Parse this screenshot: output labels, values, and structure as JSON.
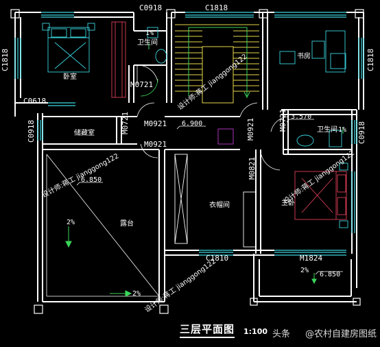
{
  "windows": {
    "c0918_top": "C0918",
    "c1818_top": "C1818",
    "c1818_left": "C1818",
    "c1818_right": "C1818",
    "c0618": "C0618",
    "c0918_left": "C0918",
    "c0918_right": "C0918",
    "c1810": "C1810",
    "m1824": "M1824"
  },
  "doors": {
    "m0721_a": "M0721",
    "m0721_b": "M0721",
    "m0721_c": "M0721",
    "m0921_a": "M0921",
    "m0921_b": "M0921",
    "m0921_c": "M0921",
    "m0821": "M0821"
  },
  "rooms": {
    "bedroom": "卧室",
    "bath_top": "卫生间",
    "study": "书房",
    "storage": "储藏室",
    "cloakroom": "衣帽间",
    "bath_right": "卫生间",
    "master_bedroom": "主卧",
    "terrace": "露台"
  },
  "elevations": {
    "hall": "6.900",
    "bath_right": "3.570",
    "terrace": "6.850",
    "balcony": "6.850"
  },
  "slopes": {
    "bath_top": "1%",
    "bath_right": "1%",
    "terrace_a": "2%",
    "terrace_b": "2%",
    "balcony": "2%"
  },
  "watermark": "设计师:蒋工 jianggong122",
  "title": "三层平面图",
  "scale": "1:100",
  "publisher": {
    "prefix": "头条",
    "name": "@农村自建房图纸"
  }
}
